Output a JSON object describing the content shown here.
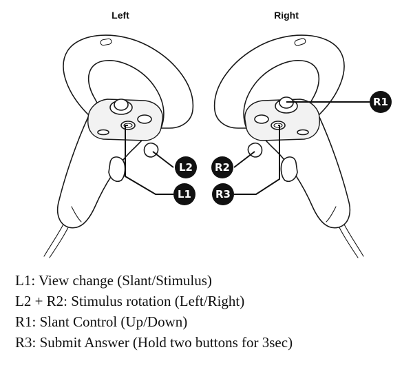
{
  "labels": {
    "left": "Left",
    "right": "Right"
  },
  "badges": {
    "l1": "L1",
    "l2": "L2",
    "r1": "R1",
    "r2": "R2",
    "r3": "R3"
  },
  "legend": [
    "L1: View change (Slant/Stimulus)",
    "L2 + R2: Stimulus rotation (Left/Right)",
    "R1: Slant Control (Up/Down)",
    "R3: Submit Answer (Hold two buttons for 3sec)"
  ],
  "colors": {
    "badge_fill": "#111111",
    "line": "#111111",
    "text": "#111111"
  }
}
